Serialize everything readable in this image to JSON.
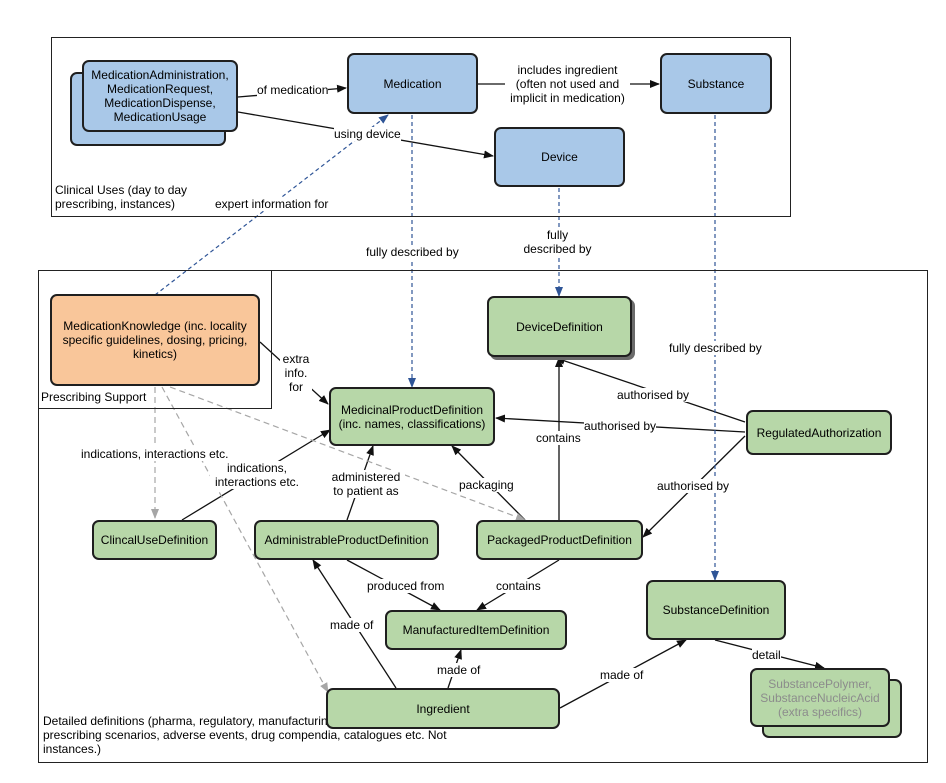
{
  "regions": {
    "clinical": "Clinical Uses (day to day prescribing, instances)",
    "prescribing": "Prescribing Support",
    "detailed": "Detailed definitions (pharma, regulatory, manufacturing, extra content for prescribing scenarios, adverse events, drug compendia, catalogues etc. Not instances.)"
  },
  "nodes": {
    "clinical_uses": "MedicationAdministration, MedicationRequest, MedicationDispense, MedicationUsage",
    "medication": "Medication",
    "substance": "Substance",
    "device": "Device",
    "medication_knowledge": "MedicationKnowledge (inc. locality specific guidelines, dosing, pricing, kinetics)",
    "device_definition": "DeviceDefinition",
    "medicinal_product_definition": "MedicinalProductDefinition (inc. names, classifications)",
    "regulated_authorization": "RegulatedAuthorization",
    "clinical_use_definition": "ClincalUseDefinition",
    "administrable_product_definition": "AdministrableProductDefinition",
    "packaged_product_definition": "PackagedProductDefinition",
    "substance_definition": "SubstanceDefinition",
    "manufactured_item_definition": "ManufacturedItemDefinition",
    "ingredient": "Ingredient",
    "substance_polymer": "SubstancePolymer, SubstanceNucleicAcid (extra specifics)"
  },
  "edges": {
    "of_medication": "of medication",
    "includes_ingredient": "includes ingredient (often not used and implicit in medication)",
    "using_device": "using device",
    "expert_information_for": "expert information for",
    "fully_described_by_1": "fully described by",
    "fully_described_by_2": "fully described by",
    "fully_described_by_3": "fully described by",
    "extra_info_for": "extra info. for",
    "authorised_by_1": "authorised by",
    "authorised_by_2": "authorised by",
    "authorised_by_3": "authorised by",
    "contains_1": "contains",
    "contains_2": "contains",
    "indications_1": "indications, interactions etc.",
    "indications_2": "indications, interactions etc.",
    "administered_to": "administered to patient as",
    "packaging": "packaging",
    "produced_from": "produced from",
    "made_of_1": "made of",
    "made_of_2": "made of",
    "made_of_3": "made of",
    "detail": "detail"
  },
  "colors": {
    "clinical_node": "#a9c8e8",
    "definition_node": "#b7d7a8",
    "knowledge_node": "#f9c69a",
    "dashed_blue": "#2f5597",
    "dashed_grey": "#a6a6a6"
  }
}
